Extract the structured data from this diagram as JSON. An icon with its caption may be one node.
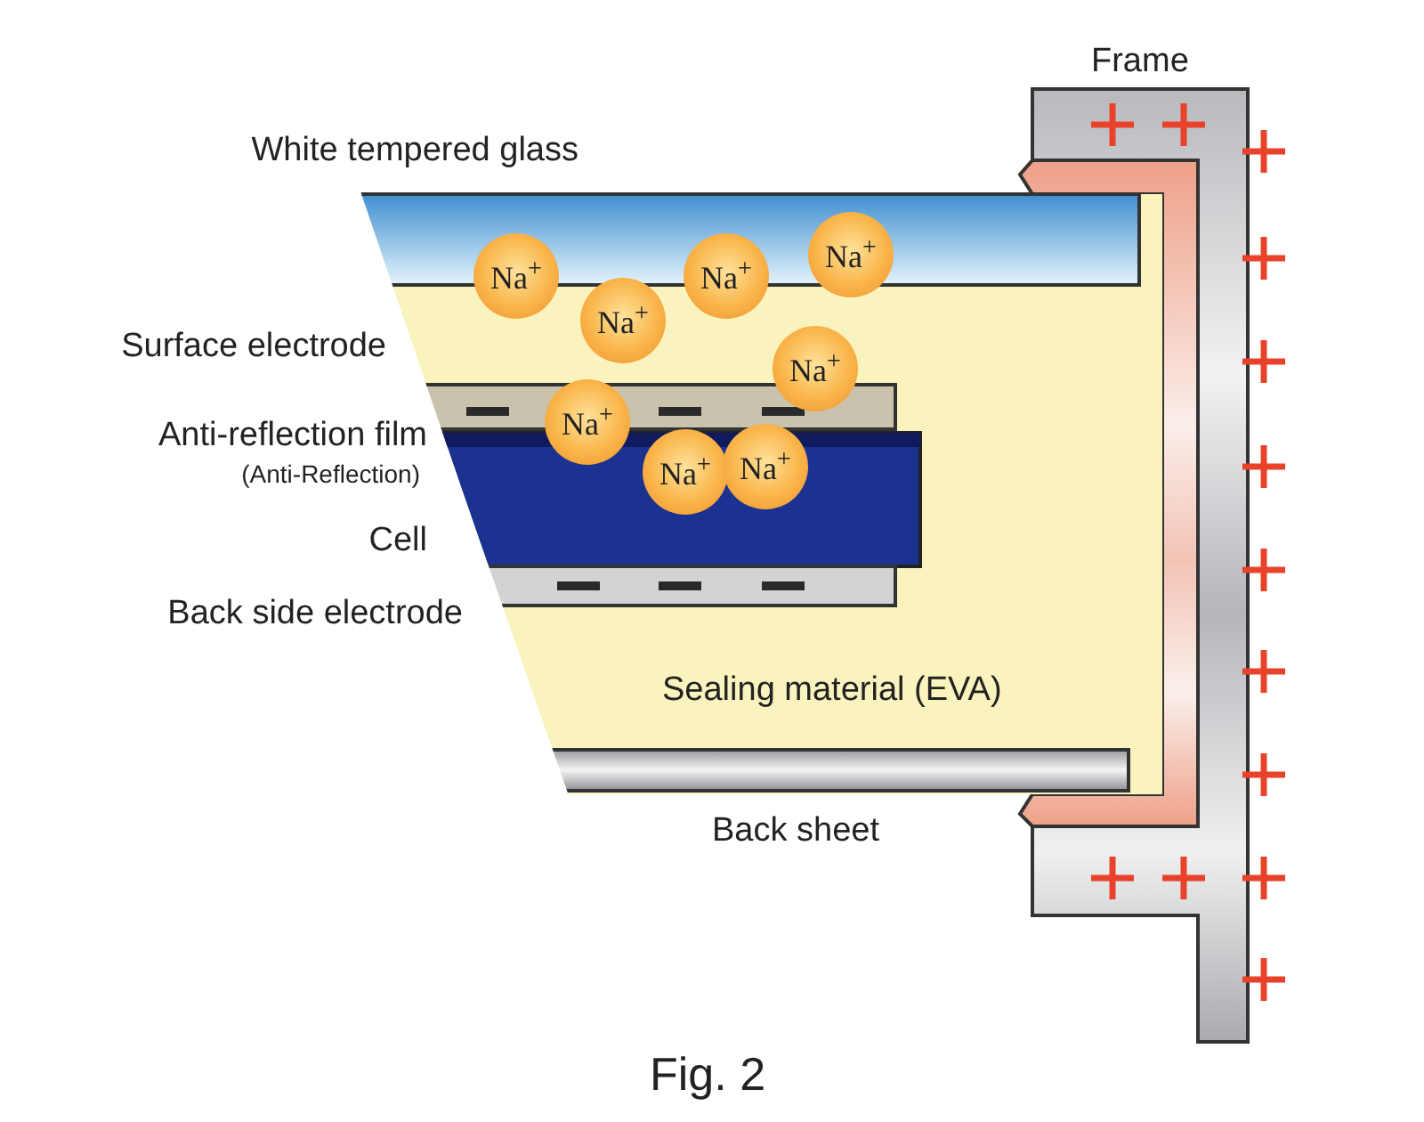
{
  "diagram": {
    "caption": "Fig. 2",
    "nodes": [
      {
        "text": [
          "Na$^{+}$"
        ]
      },
      {
        "text": [
          "Na$^{+}$"
        ]
      },
      {
        "text": [
          "Na$^{+}$"
        ]
      },
      {
        "text": [
          "Na$^{+}$"
        ]
      },
      {
        "text": [
          "Na$^{+}$"
        ]
      },
      {
        "text": [
          "Na$^{+}$"
        ]
      },
      {
        "text": [
          "Na$^{+}$"
        ]
      },
      {
        "text": [
          "Na$^{+}$"
        ]
      }
    ],
    "edges": [],
    "labels": [
      "Frame",
      "White tempered glass",
      "Surface electrode",
      "Anti-reflection film",
      "(Anti-Reflection)",
      "Cell",
      "Back side electrode",
      "Sealing material (EVA)",
      "Back sheet"
    ]
  }
}
